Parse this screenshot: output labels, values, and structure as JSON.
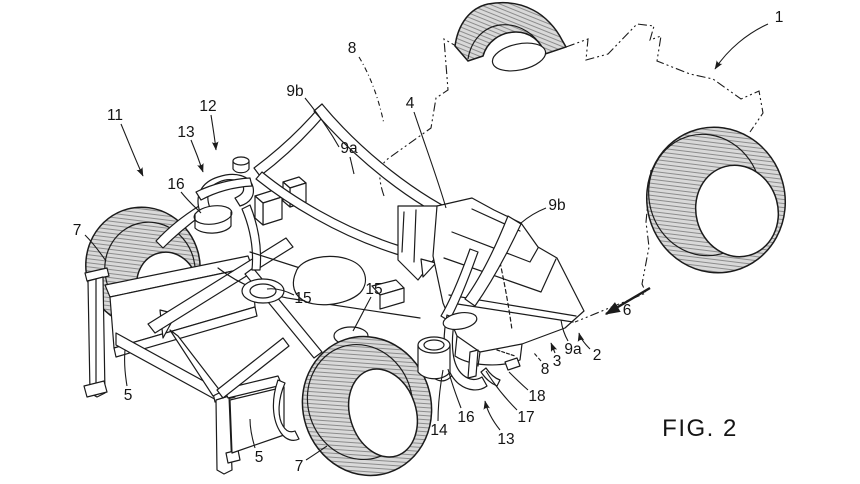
{
  "figure": {
    "caption": "FIG. 2"
  },
  "colors": {
    "line": "#1b1b1b",
    "background": "#ffffff",
    "tire_fill": "#d9d9d9",
    "hatch_line": "#8c8c8c"
  },
  "reference_labels": [
    {
      "id": "1",
      "text": "1"
    },
    {
      "id": "8-top",
      "text": "8"
    },
    {
      "id": "9b-top",
      "text": "9b"
    },
    {
      "id": "4",
      "text": "4"
    },
    {
      "id": "12",
      "text": "12"
    },
    {
      "id": "11",
      "text": "11"
    },
    {
      "id": "13-top",
      "text": "13"
    },
    {
      "id": "9a-top",
      "text": "9a"
    },
    {
      "id": "16-top",
      "text": "16"
    },
    {
      "id": "9b-right",
      "text": "9b"
    },
    {
      "id": "7-left",
      "text": "7"
    },
    {
      "id": "15-left",
      "text": "15"
    },
    {
      "id": "15-right",
      "text": "15"
    },
    {
      "id": "6",
      "text": "6"
    },
    {
      "id": "9a-bottom",
      "text": "9a"
    },
    {
      "id": "2",
      "text": "2"
    },
    {
      "id": "3",
      "text": "3"
    },
    {
      "id": "8-bottom",
      "text": "8"
    },
    {
      "id": "5-upper",
      "text": "5"
    },
    {
      "id": "18",
      "text": "18"
    },
    {
      "id": "17",
      "text": "17"
    },
    {
      "id": "16-bottom",
      "text": "16"
    },
    {
      "id": "14",
      "text": "14"
    },
    {
      "id": "13-bottom",
      "text": "13"
    },
    {
      "id": "5-lower",
      "text": "5"
    },
    {
      "id": "7-bottom",
      "text": "7"
    }
  ]
}
